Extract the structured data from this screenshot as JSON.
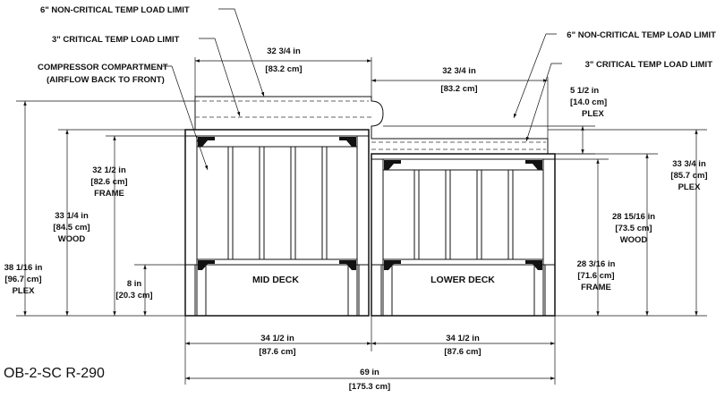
{
  "model": "OB-2-SC R-290",
  "callouts": {
    "noncrit_left": "6\" NON-CRITICAL TEMP LOAD LIMIT",
    "crit_left": "3\" CRITICAL TEMP LOAD LIMIT",
    "compressor_line1": "COMPRESSOR COMPARTMENT",
    "compressor_line2": "(AIRFLOW BACK TO FRONT)",
    "noncrit_right": "6\" NON-CRITICAL TEMP LOAD LIMIT",
    "crit_right": "3\" CRITICAL TEMP LOAD LIMIT"
  },
  "decks": {
    "mid": "MID DECK",
    "lower": "LOWER DECK"
  },
  "dims": {
    "top_left": {
      "imp": "32 3/4 in",
      "met": "[83.2 cm]"
    },
    "top_right": {
      "imp": "32 3/4 in",
      "met": "[83.2 cm]"
    },
    "plex_offset": {
      "imp": "5 1/2 in",
      "met": "[14.0 cm]",
      "label": "PLEX"
    },
    "frame_mid": {
      "imp": "32 1/2 in",
      "met": "[82.6 cm]",
      "label": "FRAME"
    },
    "wood_mid": {
      "imp": "33 1/4 in",
      "met": "[84.5 cm]",
      "label": "WOOD"
    },
    "plex_total_left": {
      "imp": "38 1/16 in",
      "met": "[96.7 cm]",
      "label": "PLEX"
    },
    "leg": {
      "imp": "8 in",
      "met": "[20.3 cm]"
    },
    "plex_right": {
      "imp": "33 3/4 in",
      "met": "[85.7 cm]",
      "label": "PLEX"
    },
    "wood_lower": {
      "imp": "28 15/16 in",
      "met": "[73.5 cm]",
      "label": "WOOD"
    },
    "frame_lower": {
      "imp": "28 3/16 in",
      "met": "[71.6 cm]",
      "label": "FRAME"
    },
    "bottom_left": {
      "imp": "34 1/2 in",
      "met": "[87.6 cm]"
    },
    "bottom_right": {
      "imp": "34 1/2 in",
      "met": "[87.6 cm]"
    },
    "total": {
      "imp": "69 in",
      "met": "[175.3 cm]"
    }
  }
}
